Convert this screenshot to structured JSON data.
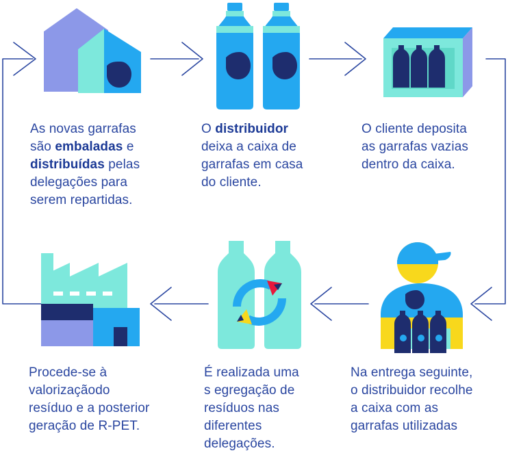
{
  "colors": {
    "navy": "#243c8c",
    "blue": "#24a8f0",
    "periwinkle": "#8c98e8",
    "aqua": "#7de8dc",
    "teal": "#5fd8c8",
    "dark_navy": "#1e2d6e",
    "yellow": "#f8d81c",
    "red": "#e8183c",
    "line": "#2a46a0"
  },
  "steps": [
    {
      "id": "packaging",
      "icon": "warehouse-icon",
      "lines": [
        [
          {
            "t": "As novas garrafas"
          }
        ],
        [
          {
            "t": "são "
          },
          {
            "t": "embaladas",
            "b": true
          },
          {
            "t": " e"
          }
        ],
        [
          {
            "t": "distribuídas",
            "b": true
          },
          {
            "t": " pelas"
          }
        ],
        [
          {
            "t": "delegações para"
          }
        ],
        [
          {
            "t": "serem repartidas."
          }
        ]
      ]
    },
    {
      "id": "distributor",
      "icon": "bottles-icon",
      "lines": [
        [
          {
            "t": "O "
          },
          {
            "t": "distribuidor",
            "b": true
          }
        ],
        [
          {
            "t": "deixa a caixa de"
          }
        ],
        [
          {
            "t": "garrafas em casa"
          }
        ],
        [
          {
            "t": "do cliente."
          }
        ]
      ]
    },
    {
      "id": "deposit",
      "icon": "crate-icon",
      "lines": [
        [
          {
            "t": "O cliente deposita"
          }
        ],
        [
          {
            "t": "as garrafas vazias"
          }
        ],
        [
          {
            "t": "dentro da caixa."
          }
        ]
      ]
    },
    {
      "id": "collect",
      "icon": "delivery-person-icon",
      "lines": [
        [
          {
            "t": "Na entrega seguinte,"
          }
        ],
        [
          {
            "t": "o distribuidor recolhe"
          }
        ],
        [
          {
            "t": "a caixa com as"
          }
        ],
        [
          {
            "t": "garrafas utilizadas"
          }
        ]
      ]
    },
    {
      "id": "segregation",
      "icon": "recycle-bottles-icon",
      "lines": [
        [
          {
            "t": "É realizada uma"
          }
        ],
        [
          {
            "t": "s egregação de"
          }
        ],
        [
          {
            "t": "resíduos nas"
          }
        ],
        [
          {
            "t": "diferentes"
          }
        ],
        [
          {
            "t": "delegações."
          }
        ]
      ]
    },
    {
      "id": "recovery",
      "icon": "factory-icon",
      "lines": [
        [
          {
            "t": "Procede-se à"
          }
        ],
        [
          {
            "t": "valorizaçãodo"
          }
        ],
        [
          {
            "t": "resíduo e a posterior"
          }
        ],
        [
          {
            "t": "geração de R-PET."
          }
        ]
      ]
    }
  ]
}
